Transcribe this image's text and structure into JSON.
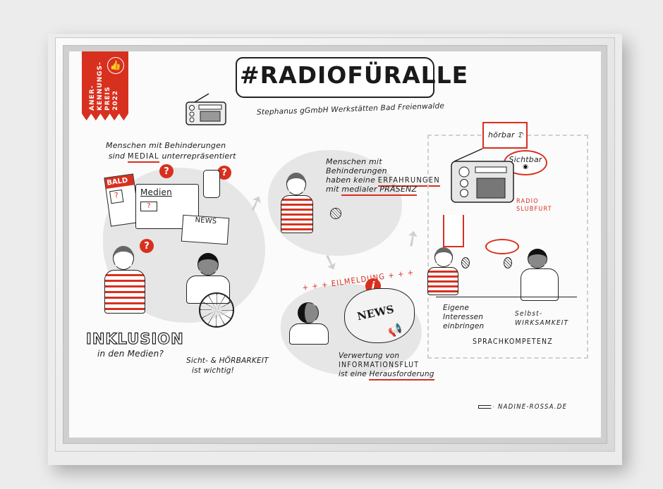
{
  "artwork": {
    "type": "graphic recording / sketchnote in picture frame",
    "colors": {
      "accent": "#d8301f",
      "ink": "#1c1c1c",
      "shade": "#e6e6e6",
      "paper": "#fbfbfb",
      "wall": "#ececec"
    }
  },
  "ribbon": {
    "text_lines": [
      "ANER-",
      "KENNUNGS-",
      "PREIS",
      "2022"
    ],
    "icon": "thumbs-up-icon"
  },
  "header": {
    "title": "#RADIOFÜRALLE",
    "subtitle": "Stephanus gGmbH Werkstätten Bad Freienwalde",
    "icon": "radio-icon"
  },
  "section_media": {
    "text_line1": "Menschen mit Behinderungen",
    "text_line2_pre": "sind",
    "text_line2_emph": "MEDIAL",
    "text_line2_post": "unterrepräsentiert",
    "newspaper_label": "BALD",
    "monitor_label": "Medien",
    "news_label": "NEWS",
    "question_mark": "?"
  },
  "section_experience": {
    "line1": "Menschen mit",
    "line2": "Behinderungen",
    "line3_pre": "haben keine",
    "line3_emph": "ERFAHRUNGEN",
    "line4_pre": "mit",
    "line4_emph": "medialer PRÄSENZ"
  },
  "section_radio": {
    "bubble_hoerbar": "hörbar",
    "bubble_sichtbar": "Sichtbar",
    "radio_label_line1": "RADIO",
    "radio_label_line2": "SLUBFURT",
    "benefit1_line1": "Eigene",
    "benefit1_line2": "Interessen",
    "benefit1_line3": "einbringen",
    "benefit2_line1": "Selbst-",
    "benefit2_line2": "WIRKSAMKEIT",
    "benefit3": "SPRACHKOMPETENZ"
  },
  "section_inclusion": {
    "heading": "INKLUSION",
    "subheading": "in den Medien?",
    "note_line1": "Sicht- & HÖRBARKEIT",
    "note_line2": "ist wichtig!"
  },
  "section_news": {
    "breaking": "+ + + EILMELDUNG + + +",
    "info_icon": "i",
    "news_label": "NEWS",
    "line1": "Verwertung von",
    "line2": "INFORMATIONSFLUT",
    "line3_pre": "ist eine",
    "line3_emph": "Herausforderung"
  },
  "footer": {
    "signature": "NADINE-ROSSA.DE",
    "icon": "pencil-icon"
  }
}
